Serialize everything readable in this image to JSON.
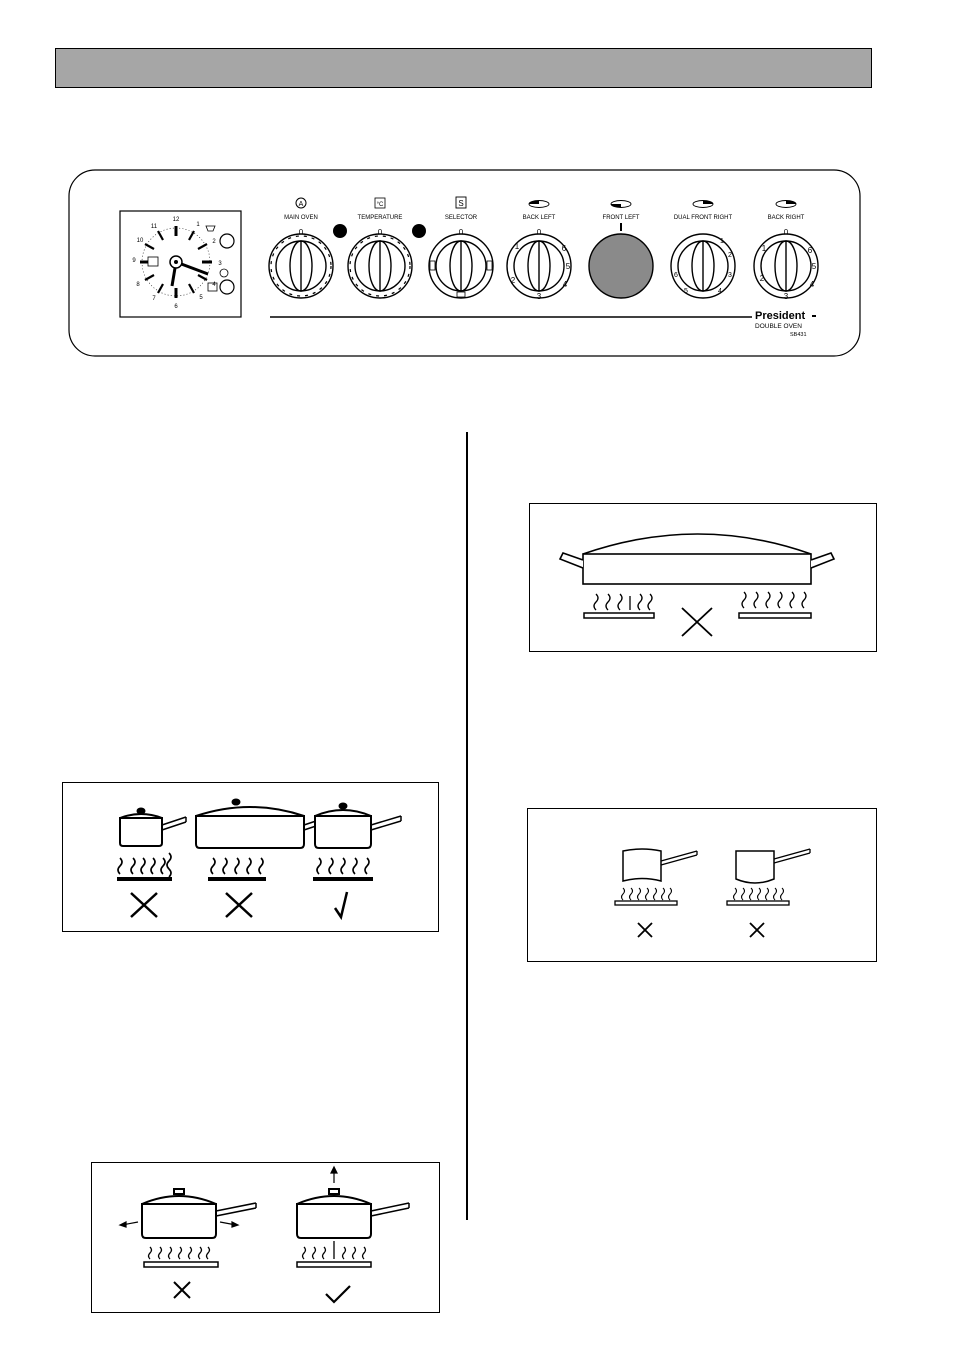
{
  "panel": {
    "clock_numbers": [
      "12",
      "1",
      "2",
      "3",
      "4",
      "5",
      "6",
      "7",
      "8",
      "9",
      "10",
      "11"
    ],
    "knobs": [
      {
        "label": "MAIN OVEN",
        "symbol": "A",
        "zero": "0"
      },
      {
        "label": "TEMPERATURE",
        "symbol": "°C",
        "zero": "0"
      },
      {
        "label": "SELECTOR",
        "symbol": "S",
        "zero": "0"
      },
      {
        "label": "BACK LEFT",
        "zero": "0",
        "scale": [
          "1",
          "2",
          "3",
          "4",
          "5",
          "6"
        ]
      },
      {
        "label": "FRONT LEFT"
      },
      {
        "label": "DUAL FRONT RIGHT",
        "zero": "0",
        "scale": [
          "1",
          "2",
          "3",
          "4",
          "5",
          "6"
        ]
      },
      {
        "label": "BACK RIGHT",
        "zero": "0",
        "scale": [
          "1",
          "2",
          "3",
          "4",
          "5",
          "6"
        ]
      }
    ],
    "brand": "President",
    "model_line": "DOUBLE OVEN",
    "model_code": "SB431"
  },
  "colors": {
    "header": "#a6a6a6",
    "hotplate": "#8a8a8a"
  }
}
